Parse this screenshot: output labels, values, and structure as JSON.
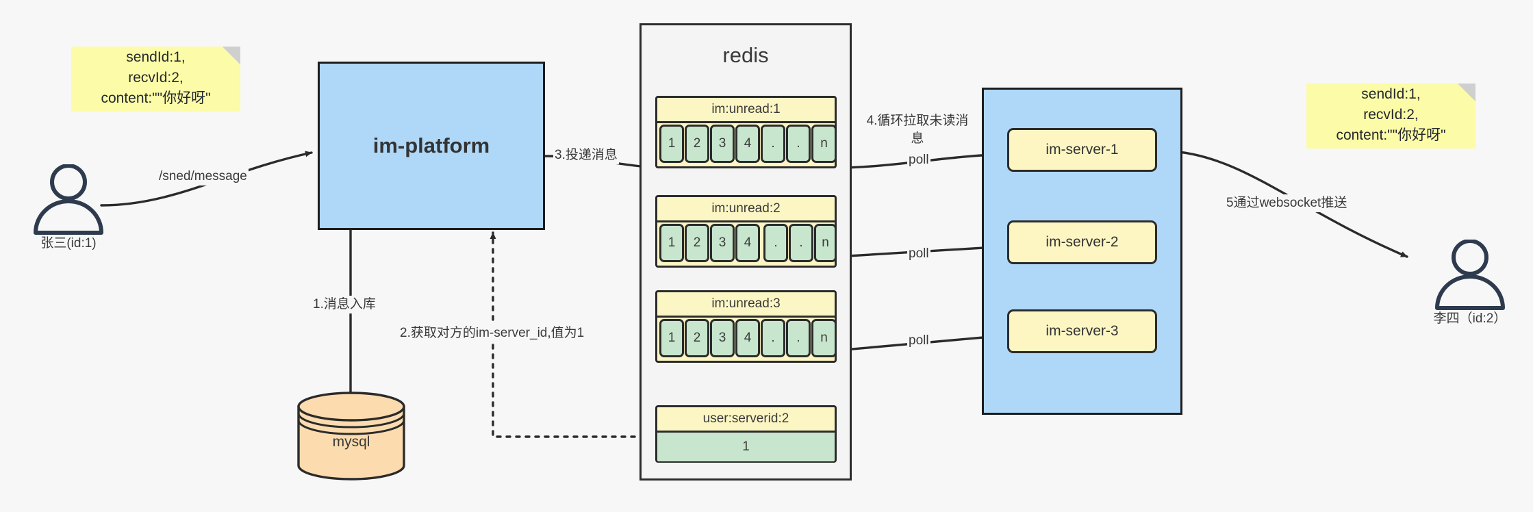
{
  "diagram": {
    "background": "#F7F7F7",
    "stroke": "#2B2B2B",
    "colors": {
      "note_yellow": "#FCFBA7",
      "box_blue": "#AFD8F8",
      "key_yellow": "#FCF6C4",
      "cell_green": "#C7E6CD",
      "db_orange": "#FCDCAE",
      "person_navy": "#2E3B4E",
      "container_gray": "#F4F4F4"
    }
  },
  "notes": {
    "left": "sendId:1,\nrecvId:2,\ncontent:\"\"你好呀\"",
    "right": "sendId:1,\nrecvId:2,\ncontent:\"\"你好呀\""
  },
  "people": {
    "sender": {
      "label": "张三(id:1)",
      "icon": "person-icon"
    },
    "receiver": {
      "label": "李四（id:2）",
      "icon": "person-icon"
    }
  },
  "platform": {
    "label": "im-platform"
  },
  "database": {
    "label": "mysql",
    "icon": "database-cylinder-icon"
  },
  "redis": {
    "title": "redis",
    "keys": [
      {
        "name": "im:unread:1",
        "cells": [
          "1",
          "2",
          "3",
          "4",
          ".",
          ".",
          "n"
        ]
      },
      {
        "name": "im:unread:2",
        "cells": [
          "1",
          "2",
          "3",
          "4",
          ".",
          ".",
          "n"
        ]
      },
      {
        "name": "im:unread:3",
        "cells": [
          "1",
          "2",
          "3",
          "4",
          ".",
          ".",
          "n"
        ]
      }
    ],
    "serverid_key": {
      "name": "user:serverid:2",
      "value": "1"
    }
  },
  "servers": [
    {
      "label": "im-server-1"
    },
    {
      "label": "im-server-2"
    },
    {
      "label": "im-server-3"
    }
  ],
  "edges": {
    "send_message": "/sned/message",
    "store_message": "1.消息入库",
    "fetch_serverid": "2.获取对方的im-server_id,值为1",
    "deliver_message": "3.投递消息",
    "poll_unread": "4.循环拉取未读消\n息",
    "poll_1": "poll",
    "poll_2": "poll",
    "poll_3": "poll",
    "websocket_push": "5通过websocket推送"
  }
}
